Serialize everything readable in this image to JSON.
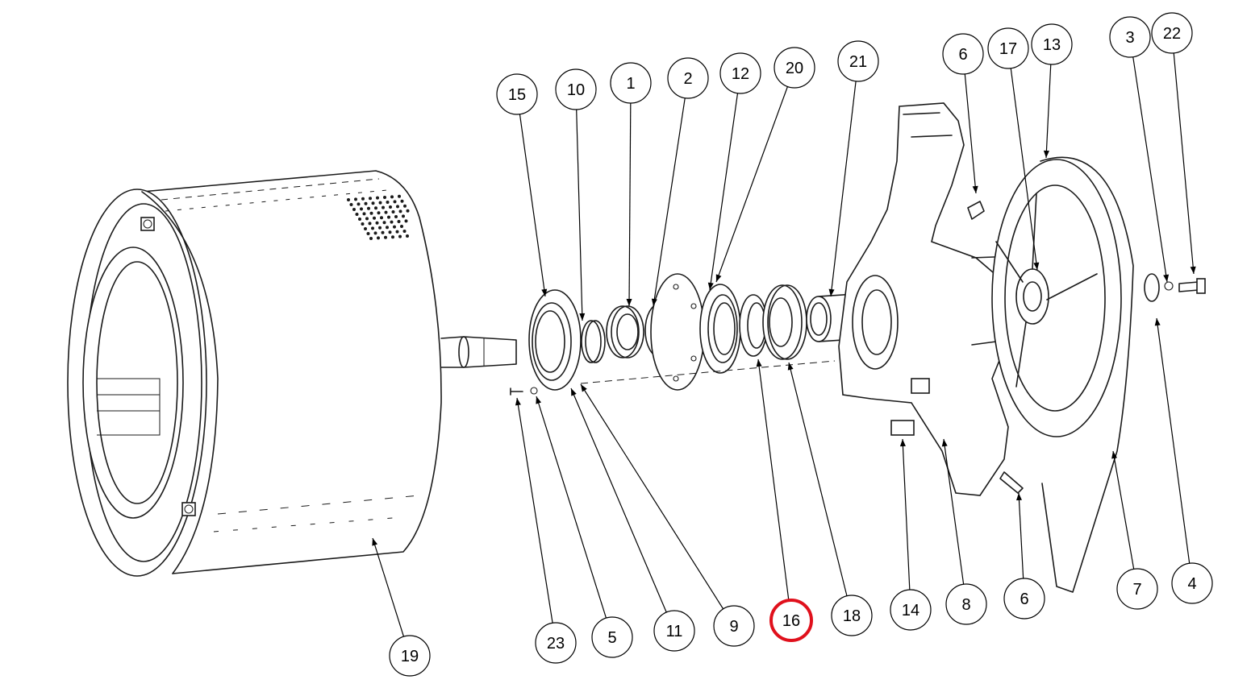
{
  "highlight_color": "#e0101c",
  "callouts": [
    {
      "label": "15"
    },
    {
      "label": "10"
    },
    {
      "label": "1"
    },
    {
      "label": "2"
    },
    {
      "label": "12"
    },
    {
      "label": "20"
    },
    {
      "label": "21"
    },
    {
      "label": "6"
    },
    {
      "label": "17"
    },
    {
      "label": "13"
    },
    {
      "label": "3"
    },
    {
      "label": "22"
    },
    {
      "label": "19"
    },
    {
      "label": "23"
    },
    {
      "label": "5"
    },
    {
      "label": "11"
    },
    {
      "label": "9"
    },
    {
      "label": "16",
      "highlighted": true
    },
    {
      "label": "18"
    },
    {
      "label": "14"
    },
    {
      "label": "8"
    },
    {
      "label": "6"
    },
    {
      "label": "7"
    },
    {
      "label": "4"
    }
  ]
}
